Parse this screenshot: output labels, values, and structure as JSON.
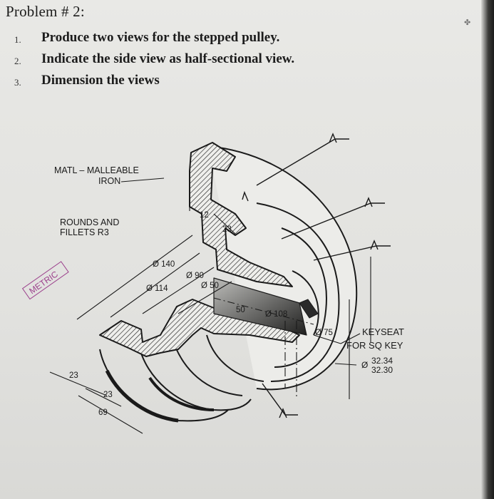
{
  "header": {
    "title": "Problem # 2:"
  },
  "tasks": [
    {
      "number": "1.",
      "text": "Produce two views for the stepped pulley."
    },
    {
      "number": "2.",
      "text": "Indicate the side view as half-sectional view."
    },
    {
      "number": "3.",
      "text": "Dimension the views"
    }
  ],
  "drawing": {
    "material_line1": "MATL – MALLEABLE",
    "material_line2": "IRON",
    "rounds_line1": "ROUNDS AND",
    "rounds_line2": "FILLETS R3",
    "metric_stamp": "METRIC",
    "keyseat_line1": "KEYSEAT",
    "keyseat_line2": "FOR SQ KEY",
    "bore_upper": "32.34",
    "bore_lower": "32.30",
    "dimensions": {
      "d140": "Ø 140",
      "d114": "Ø 114",
      "d90": "Ø 90",
      "d50": "Ø 50",
      "d108": "Ø 108",
      "d75": "Ø 75",
      "diameter_symbol": "Ø",
      "dim12": "12",
      "dim23_top": "23",
      "dim50": "50",
      "dim23_left": "23",
      "dim23_mid": "23",
      "dim69": "69"
    }
  },
  "colors": {
    "stamp": "#9b3f8c",
    "ink": "#1a1a1a",
    "paper": "#e6e6e3"
  }
}
